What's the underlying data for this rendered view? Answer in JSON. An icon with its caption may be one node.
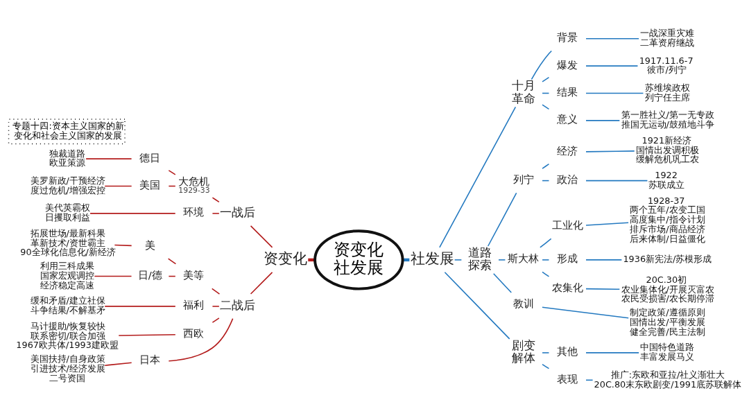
{
  "diagram": {
    "nodes": [
      {
        "text": [
          "资变化",
          "社发展"
        ]
      },
      {
        "text": [
          "资变化"
        ]
      },
      {
        "text": [
          "一战后"
        ]
      },
      {
        "text": [
          "大危机",
          "1929-33"
        ]
      },
      {
        "text": [
          "德日"
        ]
      },
      {
        "text": [
          "独裁道路",
          "欧亚策源"
        ]
      },
      {
        "text": [
          "美国"
        ]
      },
      {
        "text": [
          "美罗新政/干预经济",
          "度过危机/增强宏控"
        ]
      },
      {
        "text": [
          "环境"
        ]
      },
      {
        "text": [
          "美代英霸权",
          "日攫取利益"
        ]
      },
      {
        "text": [
          "二战后"
        ]
      },
      {
        "text": [
          "美等"
        ]
      },
      {
        "text": [
          "美"
        ]
      },
      {
        "text": [
          "拓展世场/最新科果",
          "革新技术/资世霸主",
          "90全球化信息化/新经济"
        ]
      },
      {
        "text": [
          "日/德"
        ]
      },
      {
        "text": [
          "利用三科成果",
          "国家宏观调控",
          "经济稳定高速"
        ]
      },
      {
        "text": [
          "福利"
        ]
      },
      {
        "text": [
          "缓和矛盾/建立社保",
          "斗争结果/不解基矛"
        ]
      },
      {
        "text": [
          "西欧"
        ]
      },
      {
        "text": [
          "马计援助/恢复较快",
          "联系密切/联合加强",
          "1967欧共体/1993建欧盟"
        ]
      },
      {
        "text": [
          "日本"
        ]
      },
      {
        "text": [
          "美国扶持/自身政策",
          "引进技术/经济发展",
          "二号资国"
        ]
      },
      {
        "text": [
          "社发展"
        ]
      },
      {
        "text": [
          "十月革命"
        ]
      },
      {
        "text": [
          "背景"
        ]
      },
      {
        "text": [
          "一战深重灾难",
          "二革资府继战"
        ]
      },
      {
        "text": [
          "爆发"
        ]
      },
      {
        "text": [
          "1917.11.6-7",
          "彼市/列宁"
        ]
      },
      {
        "text": [
          "结果"
        ]
      },
      {
        "text": [
          "苏维埃政权",
          "列宁任主席"
        ]
      },
      {
        "text": [
          "意义"
        ]
      },
      {
        "text": [
          "第一胜社义/第一无专政",
          "推国无运动/鼓殖地斗争"
        ]
      },
      {
        "text": [
          "道路探索"
        ]
      },
      {
        "text": [
          "列宁"
        ]
      },
      {
        "text": [
          "经济"
        ]
      },
      {
        "text": [
          "1921新经济",
          "国情出发调积极",
          "缓解危机巩工农"
        ]
      },
      {
        "text": [
          "政治"
        ]
      },
      {
        "text": [
          "1922",
          "苏联成立"
        ]
      },
      {
        "text": [
          "斯大林"
        ]
      },
      {
        "text": [
          "工业化"
        ]
      },
      {
        "text": [
          "1928-37",
          "两个五年/农变工国",
          "高度集中/指令计划",
          "排斥市场/商品经济",
          "后来体制/日益僵化"
        ]
      },
      {
        "text": [
          "形成"
        ]
      },
      {
        "text": [
          "1936新宪法/苏模形成"
        ]
      },
      {
        "text": [
          "农集化"
        ]
      },
      {
        "text": [
          "20C.30初",
          "农业集体化/开展灭富农",
          "农民受损害/农长期停滞"
        ]
      },
      {
        "text": [
          "教训"
        ]
      },
      {
        "text": [
          "制定政策/遵循原则",
          "国情出发/平衡发展",
          "健全完善/民主法制"
        ]
      },
      {
        "text": [
          "剧变解体"
        ]
      },
      {
        "text": [
          "其他"
        ]
      },
      {
        "text": [
          "中国特色道路",
          "丰富发展马义"
        ]
      },
      {
        "text": [
          "表现"
        ]
      },
      {
        "text": [
          "推广:东欧和亚拉/社义渐壮大",
          "20C.80末东欧剧变/1991底苏联解体"
        ]
      },
      {
        "text": [
          "专题十四:资本主义国家的新变化和社会主义国家的发展"
        ]
      }
    ],
    "edges": [
      {
        "from": 1,
        "to": 0,
        "arrow": "none",
        "style": "thick",
        "color": "#b31b1b"
      },
      {
        "from": 2,
        "to": 1,
        "arrow": "none",
        "color": "#b31b1b"
      },
      {
        "from": 3,
        "to": 2,
        "arrow": "none",
        "color": "#b31b1b"
      },
      {
        "from": 4,
        "to": 3,
        "arrow": "none",
        "color": "#b31b1b"
      },
      {
        "from": 5,
        "to": 4,
        "arrow": "none",
        "color": "#b31b1b"
      },
      {
        "from": 6,
        "to": 3,
        "arrow": "none",
        "color": "#b31b1b"
      },
      {
        "from": 7,
        "to": 6,
        "arrow": "none",
        "color": "#b31b1b"
      },
      {
        "from": 8,
        "to": 2,
        "arrow": "none",
        "color": "#b31b1b"
      },
      {
        "from": 9,
        "to": 8,
        "arrow": "none",
        "color": "#b31b1b"
      },
      {
        "from": 10,
        "to": 1,
        "arrow": "none",
        "color": "#b31b1b"
      },
      {
        "from": 11,
        "to": 10,
        "arrow": "none",
        "color": "#b31b1b"
      },
      {
        "from": 12,
        "to": 11,
        "arrow": "none",
        "color": "#b31b1b"
      },
      {
        "from": 13,
        "to": 12,
        "arrow": "none",
        "color": "#b31b1b"
      },
      {
        "from": 14,
        "to": 11,
        "arrow": "none",
        "color": "#b31b1b"
      },
      {
        "from": 15,
        "to": 14,
        "arrow": "none",
        "color": "#b31b1b"
      },
      {
        "from": 16,
        "to": 10,
        "arrow": "none",
        "color": "#b31b1b"
      },
      {
        "from": 17,
        "to": 16,
        "arrow": "none",
        "color": "#b31b1b"
      },
      {
        "from": 18,
        "to": 10,
        "arrow": "none",
        "color": "#b31b1b"
      },
      {
        "from": 19,
        "to": 18,
        "arrow": "none",
        "color": "#b31b1b"
      },
      {
        "from": 20,
        "to": 10,
        "arrow": "none",
        "color": "#b31b1b"
      },
      {
        "from": 21,
        "to": 20,
        "arrow": "none",
        "color": "#b31b1b"
      },
      {
        "from": 0,
        "to": 22,
        "arrow": "none",
        "style": "thick"
      },
      {
        "from": 22,
        "to": 23,
        "arrow": "none"
      },
      {
        "from": 23,
        "to": 24,
        "arrow": "none"
      },
      {
        "from": 24,
        "to": 25,
        "arrow": "none"
      },
      {
        "from": 23,
        "to": 26,
        "arrow": "none"
      },
      {
        "from": 26,
        "to": 27,
        "arrow": "none"
      },
      {
        "from": 23,
        "to": 28,
        "arrow": "none"
      },
      {
        "from": 28,
        "to": 29,
        "arrow": "none"
      },
      {
        "from": 23,
        "to": 30,
        "arrow": "none"
      },
      {
        "from": 30,
        "to": 31,
        "arrow": "none"
      },
      {
        "from": 22,
        "to": 32,
        "arrow": "none"
      },
      {
        "from": 32,
        "to": 33,
        "arrow": "none"
      },
      {
        "from": 33,
        "to": 34,
        "arrow": "none"
      },
      {
        "from": 34,
        "to": 35,
        "arrow": "none"
      },
      {
        "from": 33,
        "to": 36,
        "arrow": "none"
      },
      {
        "from": 36,
        "to": 37,
        "arrow": "none"
      },
      {
        "from": 32,
        "to": 38,
        "arrow": "none"
      },
      {
        "from": 38,
        "to": 39,
        "arrow": "none"
      },
      {
        "from": 39,
        "to": 40,
        "arrow": "none"
      },
      {
        "from": 38,
        "to": 41,
        "arrow": "none"
      },
      {
        "from": 41,
        "to": 42,
        "arrow": "none"
      },
      {
        "from": 38,
        "to": 43,
        "arrow": "none"
      },
      {
        "from": 43,
        "to": 44,
        "arrow": "none"
      },
      {
        "from": 32,
        "to": 45,
        "arrow": "none"
      },
      {
        "from": 45,
        "to": 46,
        "arrow": "none"
      },
      {
        "from": 22,
        "to": 47,
        "arrow": "none"
      },
      {
        "from": 47,
        "to": 48,
        "arrow": "none"
      },
      {
        "from": 48,
        "to": 49,
        "arrow": "none"
      },
      {
        "from": 47,
        "to": 50,
        "arrow": "none"
      },
      {
        "from": 50,
        "to": 51,
        "arrow": "none"
      }
    ]
  }
}
